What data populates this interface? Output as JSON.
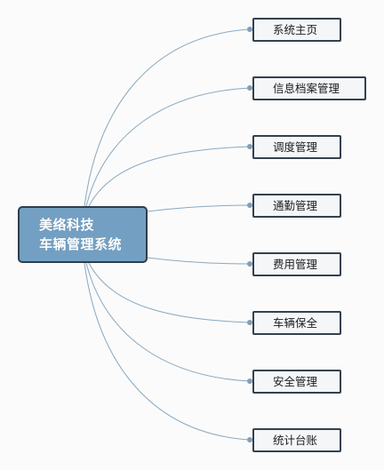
{
  "diagram": {
    "root": {
      "lines": [
        "美络科技",
        "车辆管理系统"
      ]
    },
    "children": [
      {
        "id": "home",
        "label": "系统主页"
      },
      {
        "id": "archive",
        "label": "信息档案管理"
      },
      {
        "id": "dispatch",
        "label": "调度管理"
      },
      {
        "id": "commute",
        "label": "通勤管理"
      },
      {
        "id": "cost",
        "label": "费用管理"
      },
      {
        "id": "maintenance",
        "label": "车辆保全"
      },
      {
        "id": "safety",
        "label": "安全管理"
      },
      {
        "id": "stats",
        "label": "统计台账"
      }
    ]
  },
  "colors": {
    "root_fill": "#73a0c2",
    "node_border": "#33414e",
    "child_fill": "#f4f6f8",
    "link": "#8aa8c0",
    "dot": "#7f9fba"
  }
}
